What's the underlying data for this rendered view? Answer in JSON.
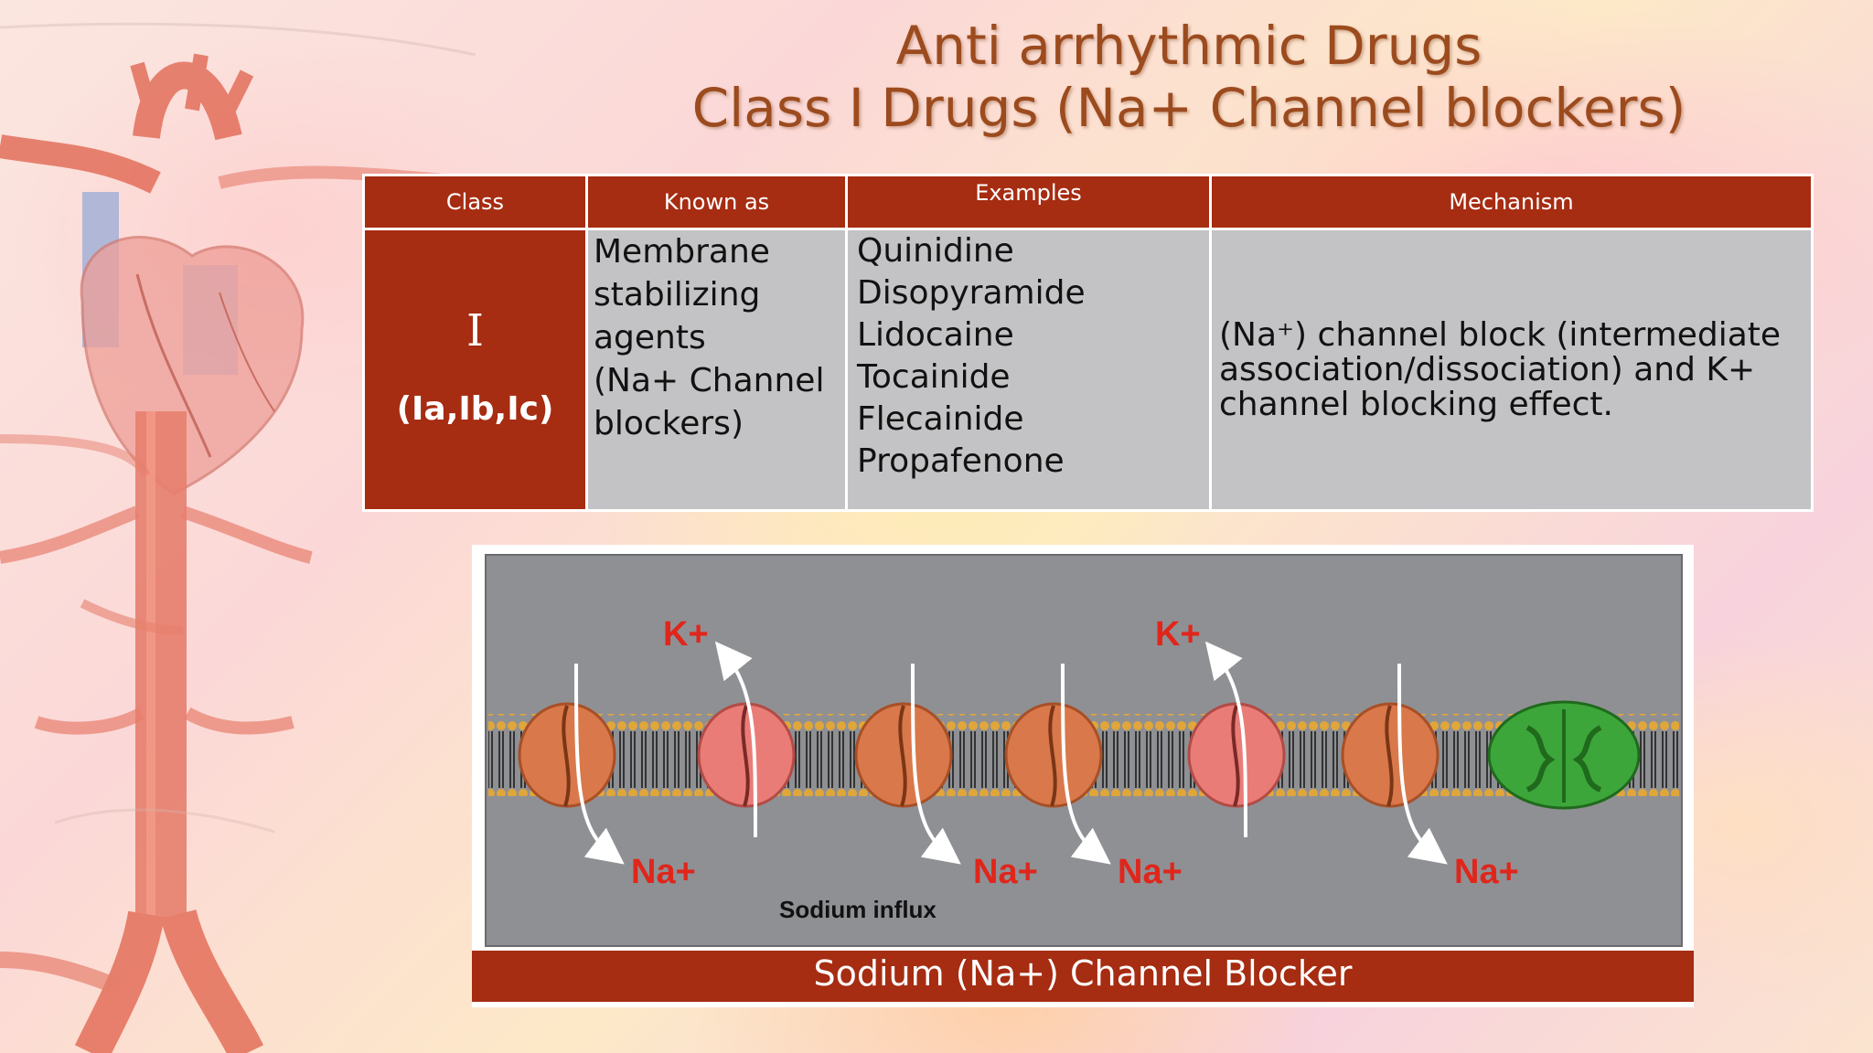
{
  "title": {
    "line1": "Anti arrhythmic Drugs",
    "line2": "Class I Drugs (Na+ Channel blockers)"
  },
  "table": {
    "headers": [
      "Class",
      "Known as",
      "Examples",
      "Mechanism"
    ],
    "class_numeral": "I",
    "class_sub": "(Ia,Ib,Ic)",
    "known_as": [
      "Membrane",
      "stabilizing",
      "agents",
      "(Na+ Channel",
      "blockers)"
    ],
    "examples": [
      "Quinidine",
      "Disopyramide",
      "Lidocaine",
      "Tocainide",
      "Flecainide",
      "Propafenone"
    ],
    "mechanism": [
      "(Na⁺) channel block (intermediate",
      "association/dissociation) and K+",
      "channel blocking effect."
    ]
  },
  "figure": {
    "k_labels": [
      "K+",
      "K+"
    ],
    "na_labels": [
      "Na+",
      "Na+",
      "Na+",
      "Na+"
    ],
    "influx_label": "Sodium influx",
    "caption": "Sodium (Na+) Channel Blocker"
  },
  "colors": {
    "brand_red": "#a62c12",
    "title_brown": "#9c4b1e",
    "cell_gray": "#c3c3c5",
    "channel_orange": "#d9784a",
    "channel_pink": "#ea7c78",
    "blocker_green": "#3da63a",
    "ion_red": "#e0261b"
  }
}
